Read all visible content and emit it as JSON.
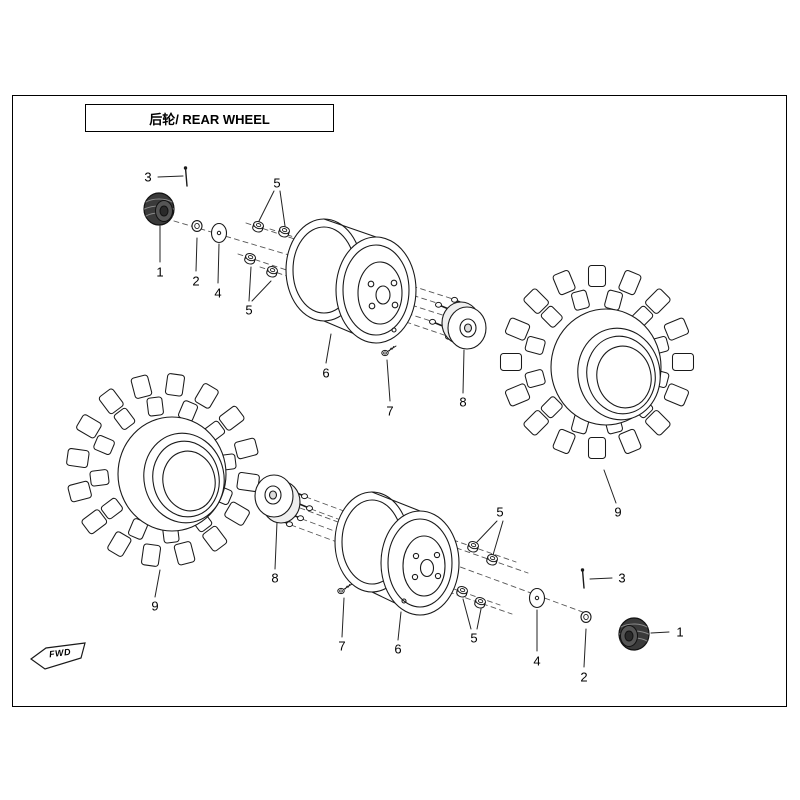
{
  "title": "后轮/ REAR WHEEL",
  "fwd_label": "FWD",
  "callouts": {
    "c1": "1",
    "c2": "2",
    "c3": "3",
    "c4": "4",
    "c5": "5",
    "c6": "6",
    "c7": "7",
    "c8": "8",
    "c9": "9"
  },
  "colors": {
    "line": "#1a1a1a",
    "background": "#ffffff",
    "cap_fill": "#3a3a3a"
  }
}
